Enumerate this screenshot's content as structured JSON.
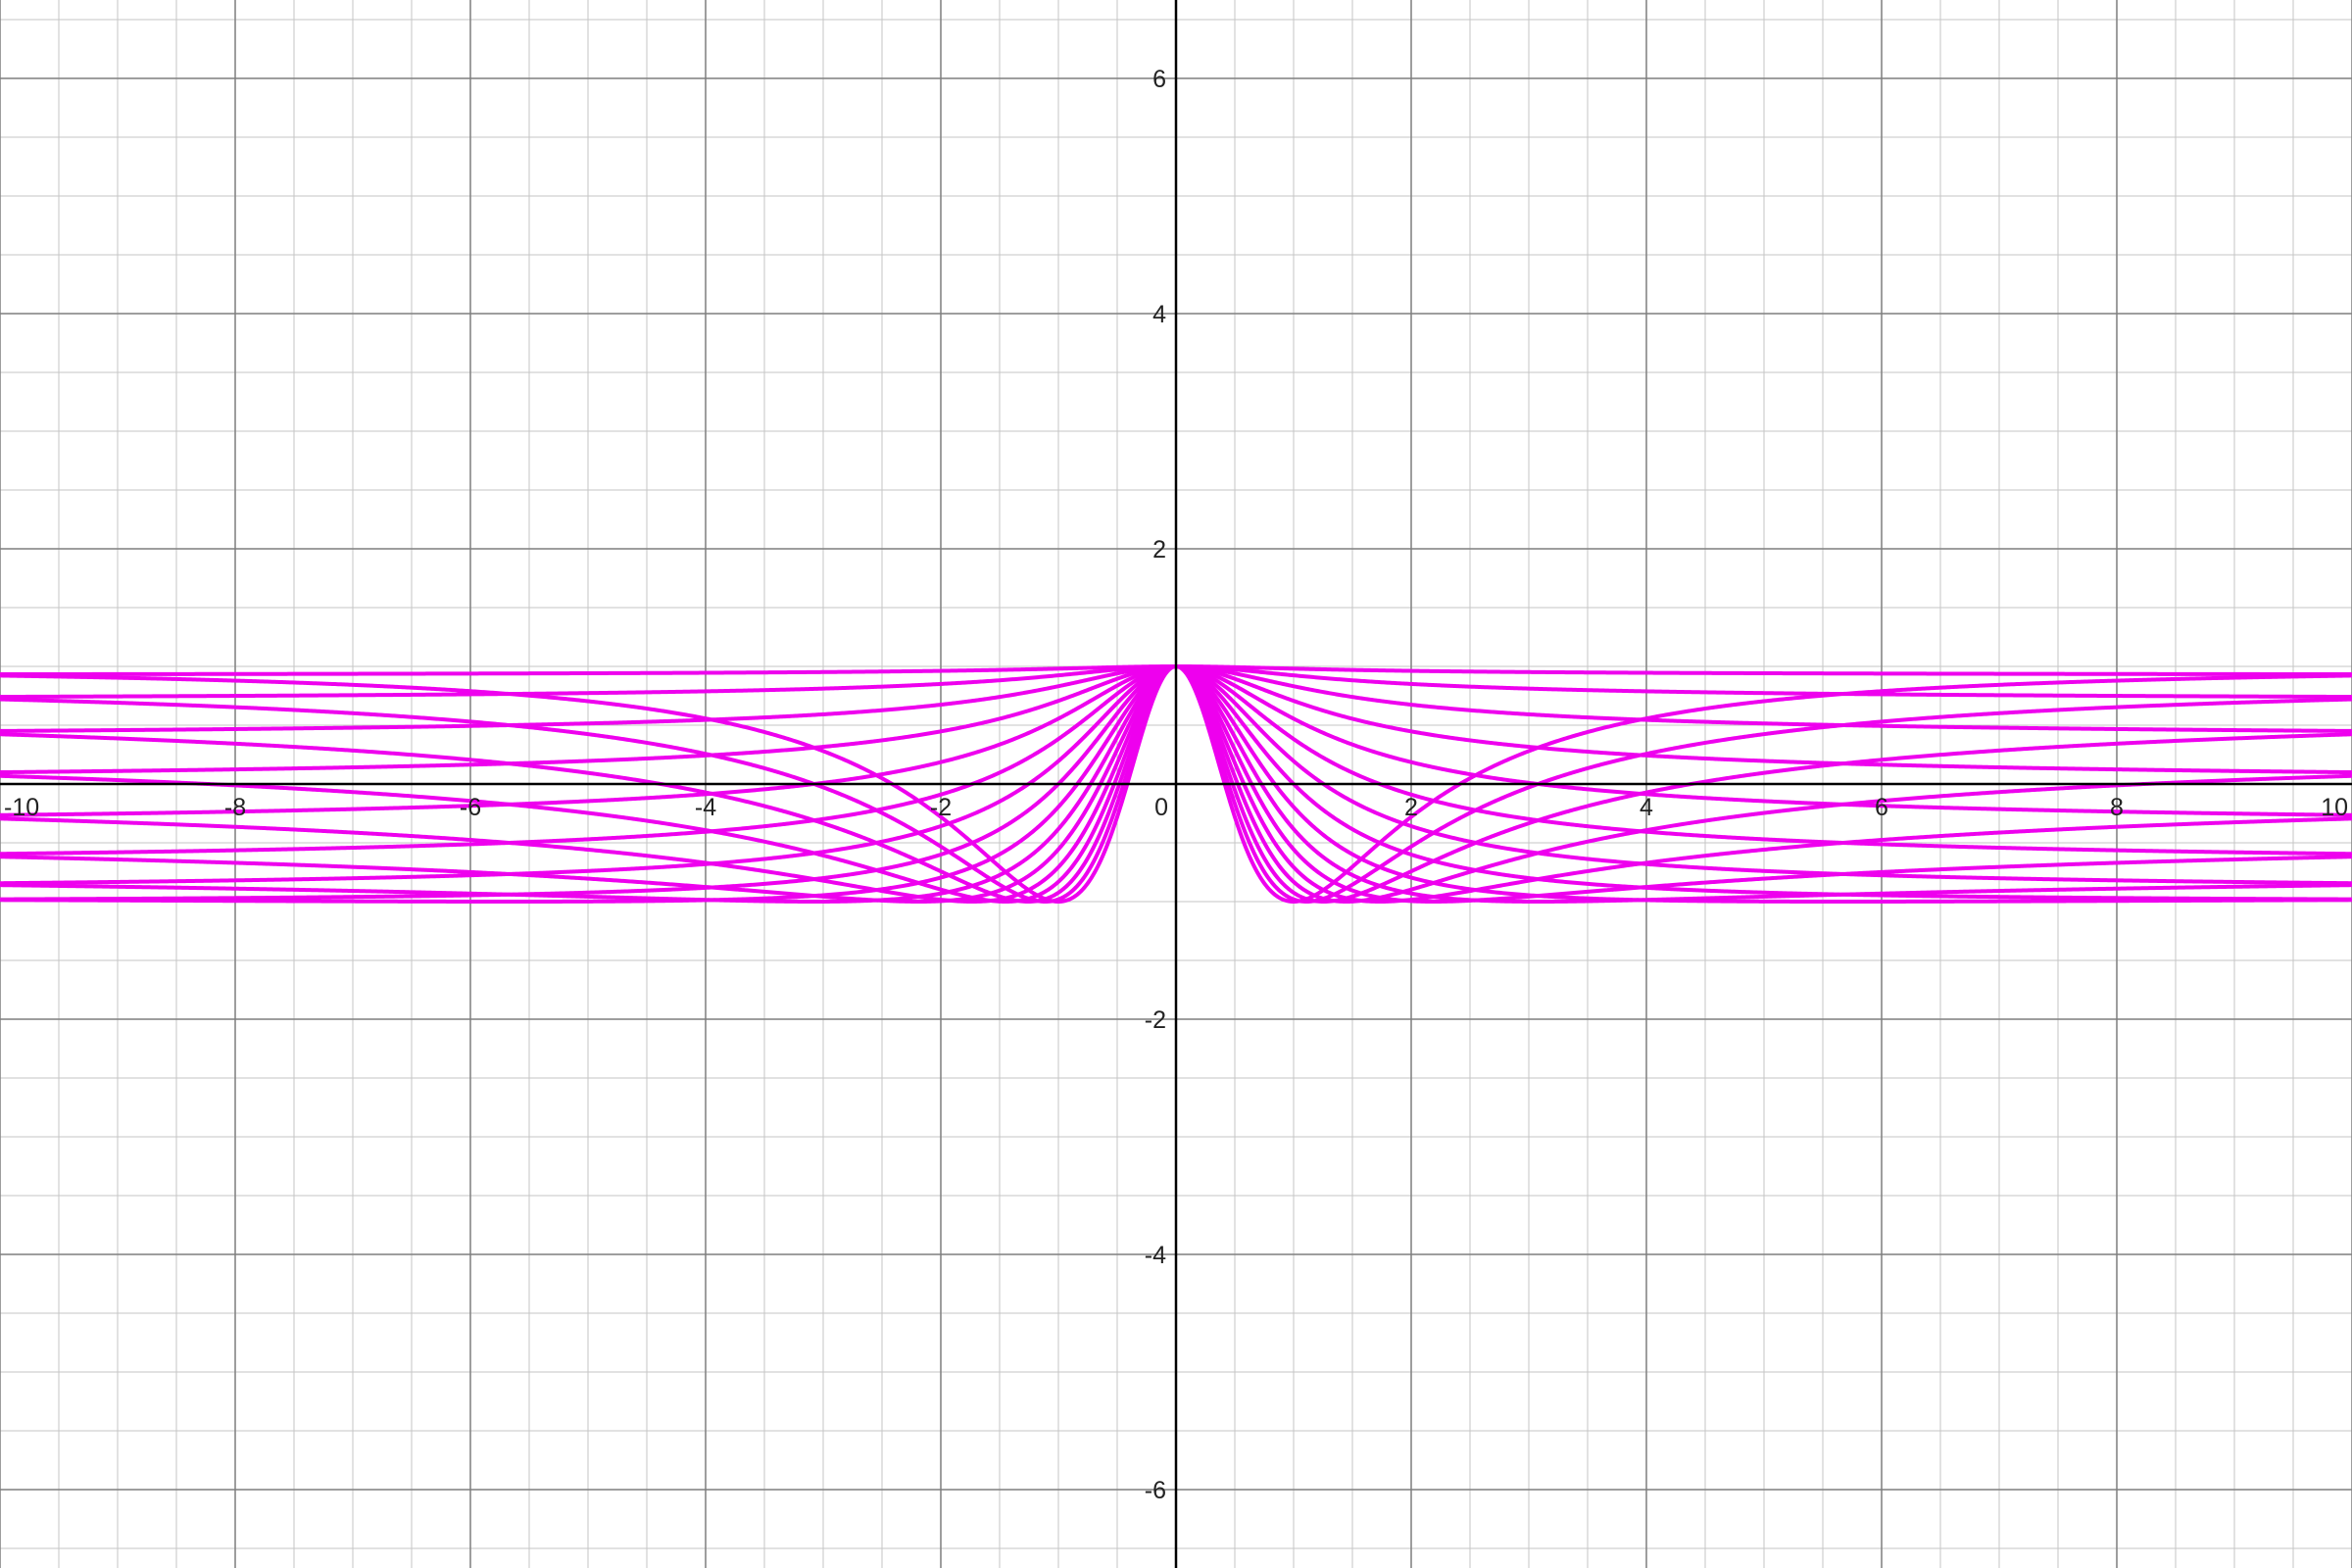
{
  "chart_data": {
    "type": "line",
    "title": "",
    "xlabel": "",
    "ylabel": "",
    "xlim": [
      -10,
      10
    ],
    "ylim": [
      -6.66667,
      6.66667
    ],
    "grid": true,
    "minor_grid_step": 0.5,
    "major_grid_step": 2,
    "x_ticks": [
      {
        "value": -10,
        "label": "-10"
      },
      {
        "value": -8,
        "label": "-8"
      },
      {
        "value": -6,
        "label": "-6"
      },
      {
        "value": -4,
        "label": "-4"
      },
      {
        "value": -2,
        "label": "-2"
      },
      {
        "value": 2,
        "label": "2"
      },
      {
        "value": 4,
        "label": "4"
      },
      {
        "value": 6,
        "label": "6"
      },
      {
        "value": 8,
        "label": "8"
      },
      {
        "value": 10,
        "label": "10"
      }
    ],
    "y_ticks": [
      {
        "value": 6,
        "label": "6"
      },
      {
        "value": 4,
        "label": "4"
      },
      {
        "value": 2,
        "label": "2"
      },
      {
        "value": -2,
        "label": "-2"
      },
      {
        "value": -4,
        "label": "-4"
      },
      {
        "value": -6,
        "label": "-6"
      }
    ],
    "origin_label": "0",
    "curve_color": "#ee00ee",
    "axis_color": "#000000",
    "series": [
      {
        "family": "y = cos(k*atan(x))",
        "k": 0.25
      },
      {
        "family": "y = cos(k*atan(x))",
        "k": 0.5
      },
      {
        "family": "y = cos(k*atan(x))",
        "k": 0.75
      },
      {
        "family": "y = cos(k*atan(x))",
        "k": 1.0
      },
      {
        "family": "y = cos(k*atan(x))",
        "k": 1.25
      },
      {
        "family": "y = cos(k*atan(x))",
        "k": 1.5
      },
      {
        "family": "y = cos(k*atan(x))",
        "k": 1.75
      },
      {
        "family": "y = cos(k*atan(x))",
        "k": 2.0
      },
      {
        "family": "y = cos(k*atan(x))",
        "k": 2.25
      },
      {
        "family": "y = cos(k*atan(x))",
        "k": 2.5
      },
      {
        "family": "y = cos(k*atan(x))",
        "k": 2.75
      },
      {
        "family": "y = cos(k*atan(x))",
        "k": 3.0
      },
      {
        "family": "y = cos(k*atan(x))",
        "k": 3.25
      },
      {
        "family": "y = cos(k*atan(x))",
        "k": 3.5
      },
      {
        "family": "y = cos(k*atan(x))",
        "k": 3.75
      },
      {
        "family": "y = cos(k*atan(x))",
        "k": 4.0
      }
    ]
  }
}
